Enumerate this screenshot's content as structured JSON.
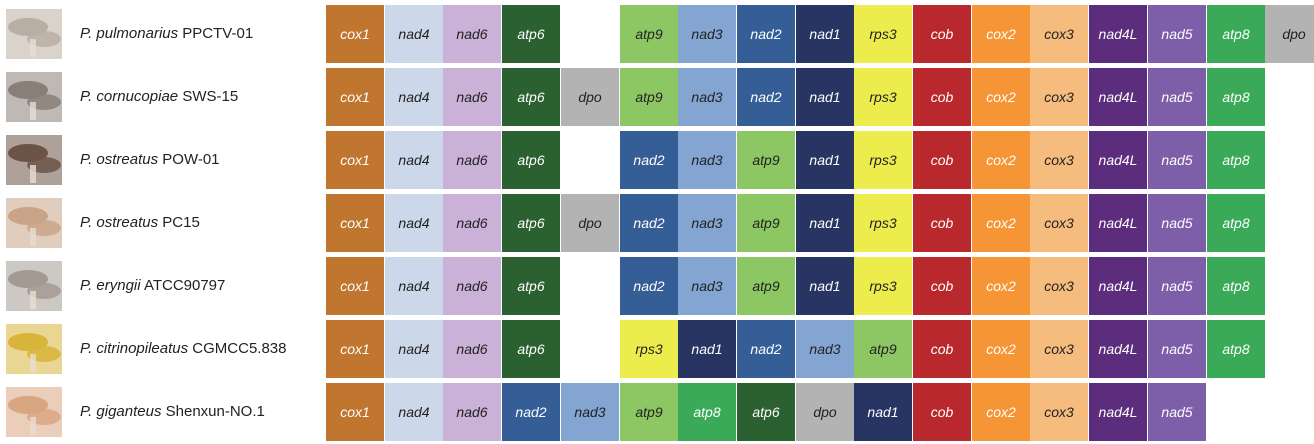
{
  "species": [
    {
      "genus": "P. pulmonarius",
      "strain": "PPCTV-01",
      "photo_tone": "#b9aea3",
      "genes": [
        "cox1",
        "nad4",
        "nad6",
        "atp6",
        "",
        "atp9",
        "nad3",
        "nad2",
        "nad1",
        "rps3",
        "cob",
        "cox2",
        "cox3",
        "nad4L",
        "nad5",
        "atp8",
        "dpo"
      ]
    },
    {
      "genus": "P. cornucopiae",
      "strain": "SWS-15",
      "photo_tone": "#8a7f78",
      "genes": [
        "cox1",
        "nad4",
        "nad6",
        "atp6",
        "dpo",
        "atp9",
        "nad3",
        "nad2",
        "nad1",
        "rps3",
        "cob",
        "cox2",
        "cox3",
        "nad4L",
        "nad5",
        "atp8"
      ]
    },
    {
      "genus": "P. ostreatus",
      "strain": "POW-01",
      "photo_tone": "#6b5446",
      "genes": [
        "cox1",
        "nad4",
        "nad6",
        "atp6",
        "",
        "nad2",
        "nad3",
        "atp9",
        "nad1",
        "rps3",
        "cob",
        "cox2",
        "cox3",
        "nad4L",
        "nad5",
        "atp8"
      ]
    },
    {
      "genus": "P. ostreatus",
      "strain": "PC15",
      "photo_tone": "#c9a488",
      "genes": [
        "cox1",
        "nad4",
        "nad6",
        "atp6",
        "dpo",
        "nad2",
        "nad3",
        "atp9",
        "nad1",
        "rps3",
        "cob",
        "cox2",
        "cox3",
        "nad4L",
        "nad5",
        "atp8"
      ]
    },
    {
      "genus": "P. eryngii",
      "strain": "ATCC90797",
      "photo_tone": "#a39a93",
      "genes": [
        "cox1",
        "nad4",
        "nad6",
        "atp6",
        "",
        "nad2",
        "nad3",
        "atp9",
        "nad1",
        "rps3",
        "cob",
        "cox2",
        "cox3",
        "nad4L",
        "nad5",
        "atp8"
      ]
    },
    {
      "genus": "P. citrinopileatus",
      "strain": "CGMCC5.838",
      "photo_tone": "#d8b43a",
      "genes": [
        "cox1",
        "nad4",
        "nad6",
        "atp6",
        "",
        "rps3",
        "nad1",
        "nad2",
        "nad3",
        "atp9",
        "cob",
        "cox2",
        "cox3",
        "nad4L",
        "nad5",
        "atp8"
      ]
    },
    {
      "genus": "P. giganteus",
      "strain": "Shenxun-NO.1",
      "photo_tone": "#d9a682",
      "genes": [
        "cox1",
        "nad4",
        "nad6",
        "nad2",
        "nad3",
        "atp9",
        "atp8",
        "atp6",
        "dpo",
        "nad1",
        "cob",
        "cox2",
        "cox3",
        "nad4L",
        "nad5"
      ]
    }
  ],
  "gene_colors": {
    "cox1": {
      "bg": "#c0762f",
      "fg": "#ffffff"
    },
    "nad4": {
      "bg": "#ccd8ea",
      "fg": "#222222"
    },
    "nad6": {
      "bg": "#c9b1d8",
      "fg": "#222222"
    },
    "atp6": {
      "bg": "#2b6131",
      "fg": "#ffffff"
    },
    "dpo": {
      "bg": "#b3b3b3",
      "fg": "#222222"
    },
    "atp9": {
      "bg": "#8dc764",
      "fg": "#222222"
    },
    "nad3": {
      "bg": "#84a4d2",
      "fg": "#222222"
    },
    "nad2": {
      "bg": "#365e96",
      "fg": "#ffffff"
    },
    "nad1": {
      "bg": "#283562",
      "fg": "#ffffff"
    },
    "rps3": {
      "bg": "#ecec4c",
      "fg": "#222222"
    },
    "cob": {
      "bg": "#b8282c",
      "fg": "#ffffff"
    },
    "cox2": {
      "bg": "#f59535",
      "fg": "#ffffff"
    },
    "cox3": {
      "bg": "#f5bc7d",
      "fg": "#222222"
    },
    "nad4L": {
      "bg": "#5b2d7c",
      "fg": "#ffffff"
    },
    "nad5": {
      "bg": "#7c5fa8",
      "fg": "#ffffff"
    },
    "atp8": {
      "bg": "#3aaa58",
      "fg": "#ffffff"
    }
  }
}
